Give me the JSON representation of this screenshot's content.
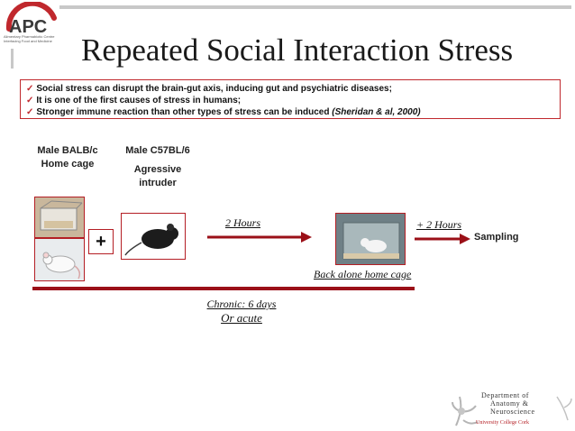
{
  "header": {
    "logo_text": "APC",
    "logo_subtitle": "Alimentary Pharmabiotic Centre Interfacing Food and Medicine",
    "title": "Repeated Social Interaction Stress"
  },
  "bullets": [
    {
      "text": "Social stress can disrupt the brain-gut axis, inducing gut and psychiatric diseases;",
      "cite": ""
    },
    {
      "text": "It is one of the first causes of stress in humans;",
      "cite": ""
    },
    {
      "text": "Stronger immune reaction than other types of stress can be induced ",
      "cite": "(Sheridan & al, 2000)"
    }
  ],
  "diagram": {
    "balbc_label_1": "Male BALB/c",
    "balbc_label_2": "Home cage",
    "c57_label_1": "Male C57BL/6",
    "c57_label_2": "Agressive",
    "c57_label_3": "intruder",
    "plus": "+",
    "two_hours": "2 Hours",
    "back_alone": "Back alone home cage",
    "plus_two_hours": "+ 2 Hours",
    "sampling": "Sampling",
    "chronic": "Chronic: 6 days",
    "or_acute": "Or acute"
  },
  "footer": {
    "dept_line1": "Department of",
    "dept_line2": "Anatomy &",
    "dept_line3": "Neuroscience",
    "university": "University College Cork"
  },
  "colors": {
    "accent_red": "#b41e24",
    "arrow_red": "#9b1018",
    "rule_grey": "#c8c8c8"
  }
}
